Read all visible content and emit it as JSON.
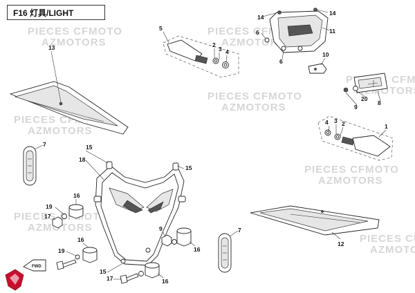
{
  "title": "F16 灯具/LIGHT",
  "watermark": {
    "line1": "PIECES CFMOTO",
    "line2": "AZMOTORS"
  },
  "fwd_label": "FWD",
  "callouts": {
    "c1": "1",
    "c2a": "2",
    "c2b": "2",
    "c3a": "3",
    "c3b": "3",
    "c4a": "4",
    "c4b": "4",
    "c5": "5",
    "c6a": "6",
    "c6b": "6",
    "c7a": "7",
    "c7b": "7",
    "c8": "8",
    "c9a": "9",
    "c9b": "9",
    "c10": "10",
    "c11": "11",
    "c12": "12",
    "c13": "13",
    "c14a": "14",
    "c14b": "14",
    "c15a": "15",
    "c15b": "15",
    "c15c": "15",
    "c16a": "16",
    "c16b": "16",
    "c16c": "16",
    "c16d": "16",
    "c17a": "17",
    "c17b": "17",
    "c18": "18",
    "c19a": "19",
    "c19b": "19",
    "c20": "20"
  },
  "icons": [
    "brand-logo-icon",
    "fwd-arrow-icon"
  ],
  "colors": {
    "logo_red": "#c8102e",
    "watermark": "#d6d6d6",
    "line": "#222222"
  }
}
